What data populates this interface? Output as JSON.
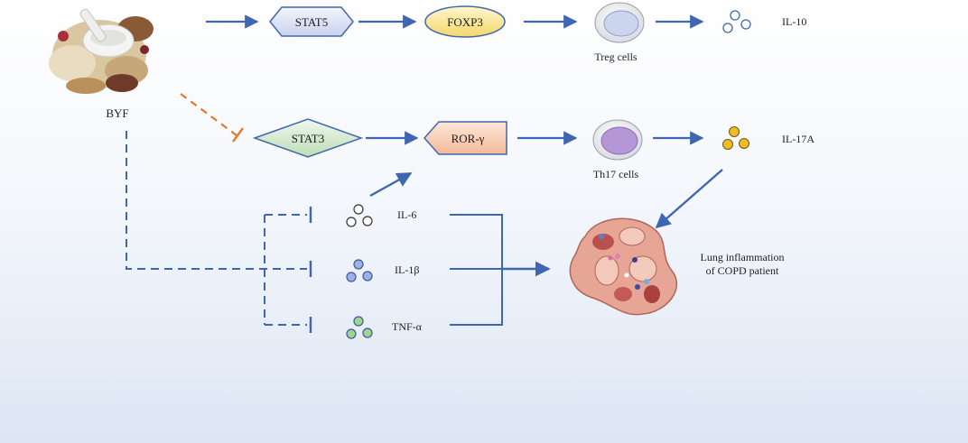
{
  "diagram": {
    "source": "BYF",
    "nodes": {
      "stat5": "STAT5",
      "foxp3": "FOXP3",
      "stat3": "STAT3",
      "ror": "ROR-γ"
    },
    "cells": {
      "treg": "Treg cells",
      "th17": "Th17 cells"
    },
    "outputs": {
      "il10": "IL-10",
      "il17a": "IL-17A"
    },
    "cytokines": {
      "il6": "IL-6",
      "il1b": "IL-1β",
      "tnf": "TNF-α"
    },
    "outcome": {
      "line1": "Lung inflammation",
      "line2": "of COPD patient"
    },
    "colors": {
      "arrow": "#3f66b0",
      "inhibit": "#e07b2e",
      "stat5_fill": "#dfe5f5",
      "foxp3_fill": "#fae7a0",
      "stat3_fill": "#d8ecd4",
      "ror_fill": "#f7cdb5",
      "treg_fill": "#cbd6ee",
      "th17_fill": "#b596d6",
      "il17_dot": "#f1bb22",
      "il1b_dot": "#9cb2e3",
      "tnf_dot": "#9ed68f"
    }
  }
}
